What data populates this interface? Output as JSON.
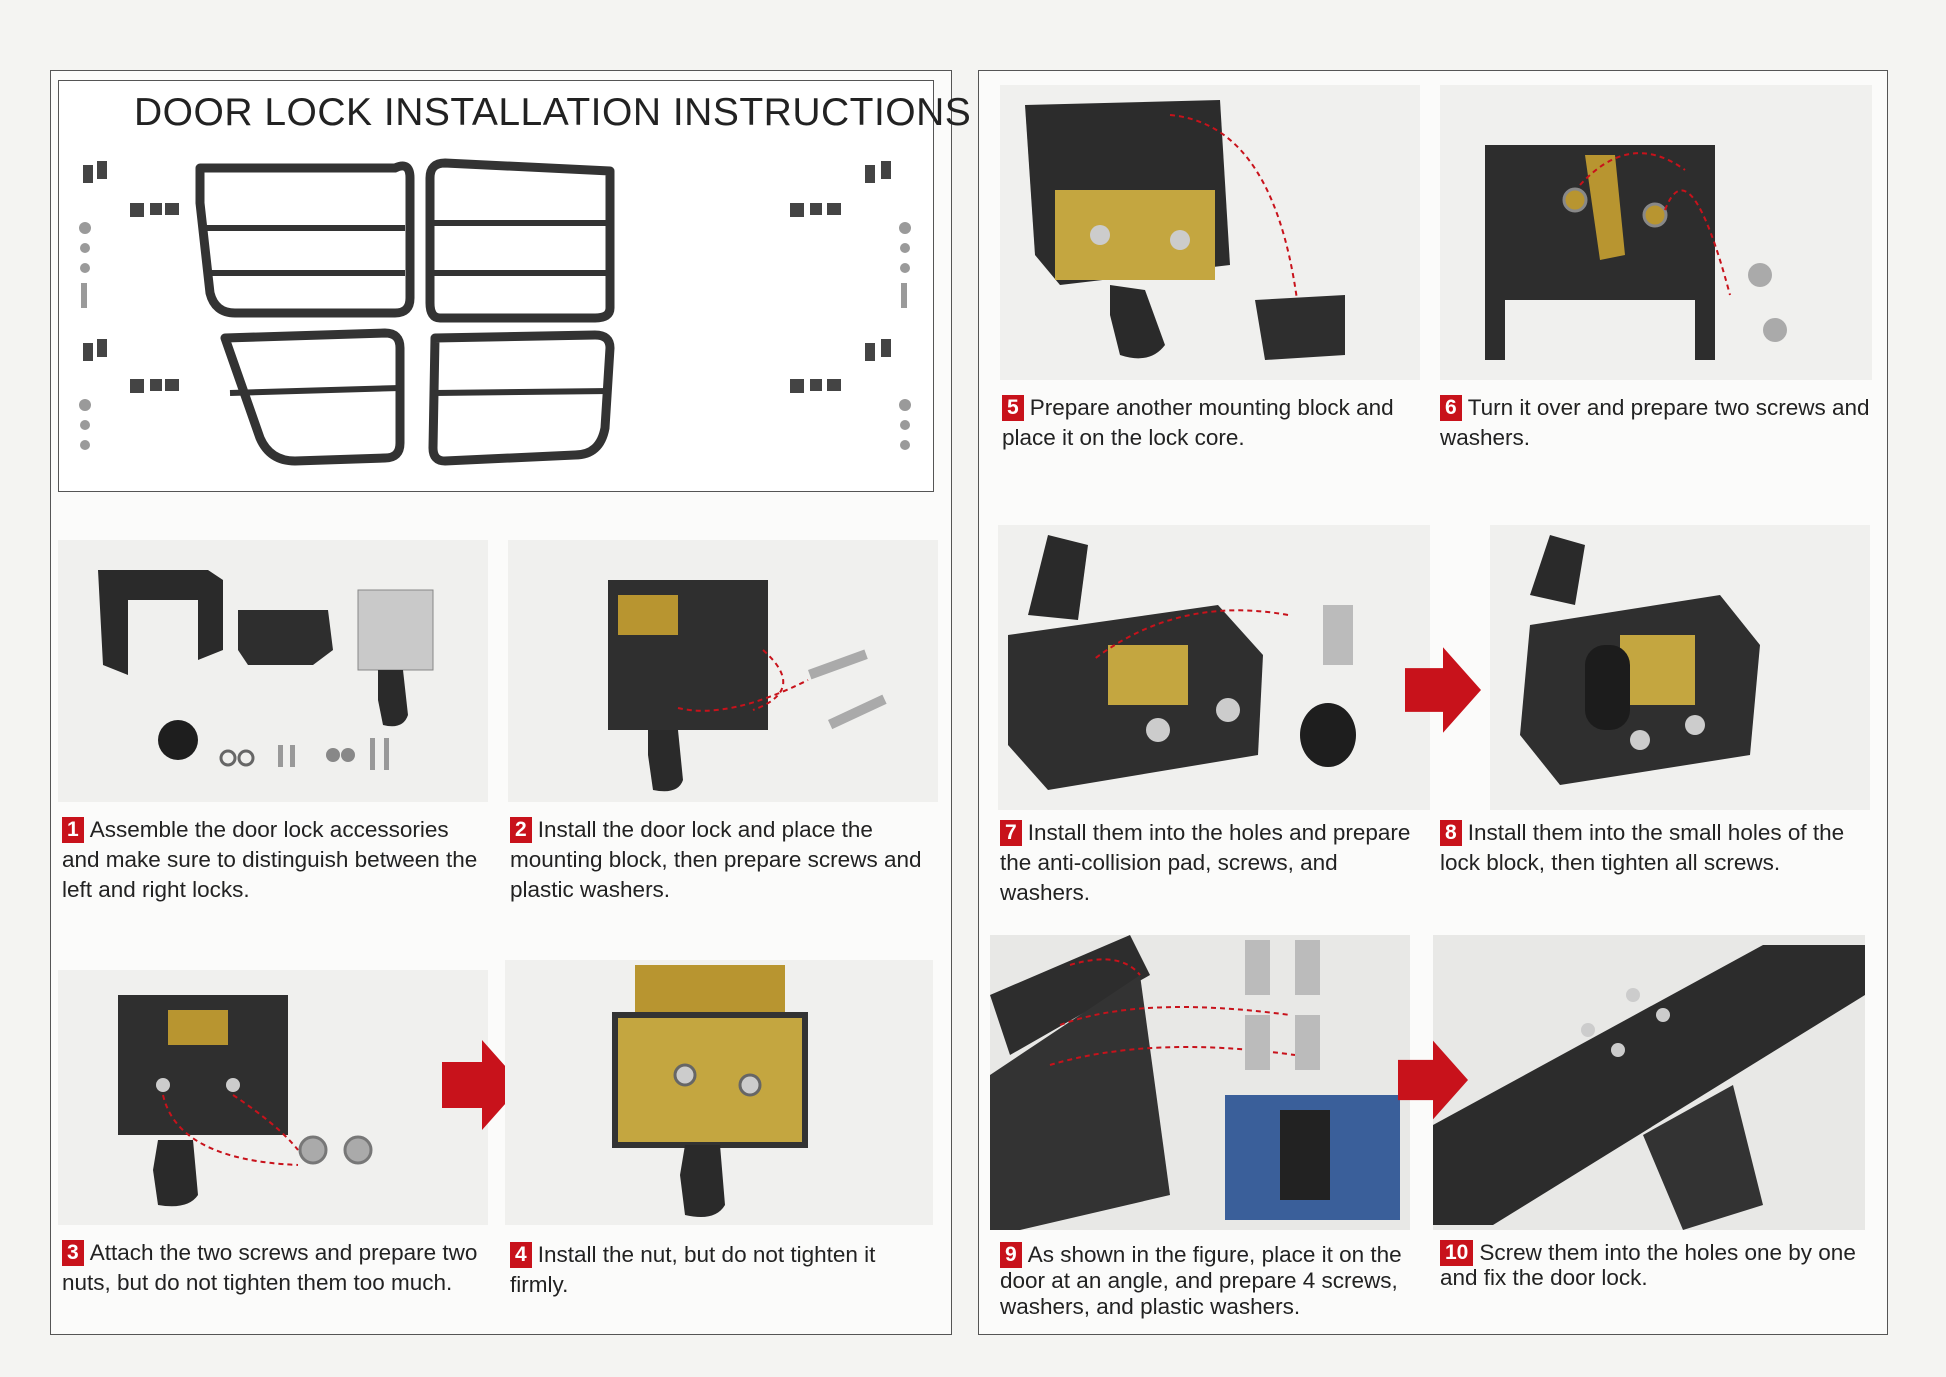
{
  "title": "DOOR LOCK INSTALLATION INSTRUCTIONS",
  "colors": {
    "accent_red": "#c8121b",
    "steel_black": "#2a2a2a",
    "brass": "#b89530"
  },
  "steps": [
    {
      "num": "1",
      "text": "Assemble the door lock accessories and make sure to distinguish between the left and right locks."
    },
    {
      "num": "2",
      "text": "Install the door lock and place the mounting block, then prepare screws and plastic washers."
    },
    {
      "num": "3",
      "text": "Attach the two screws and prepare two nuts, but do not tighten them too much."
    },
    {
      "num": "4",
      "text": "Install the nut, but do not tighten it firmly."
    },
    {
      "num": "5",
      "text": "Prepare another mounting block and place it on the lock core."
    },
    {
      "num": "6",
      "text": "Turn it over and prepare two screws and washers."
    },
    {
      "num": "7",
      "text": "Install them into the holes and prepare the anti-collision pad, screws, and washers."
    },
    {
      "num": "8",
      "text": "Install them into the small holes of the lock block, then tighten all screws."
    },
    {
      "num": "9",
      "text": "As shown in the figure, place it on the door at an angle, and prepare 4 screws, washers, and plastic washers."
    },
    {
      "num": "10",
      "text": "Screw them into the holes one by one and fix the door lock."
    }
  ],
  "icons": [
    "red-arrow-right-icon",
    "dashed-curved-arrow-icon"
  ]
}
